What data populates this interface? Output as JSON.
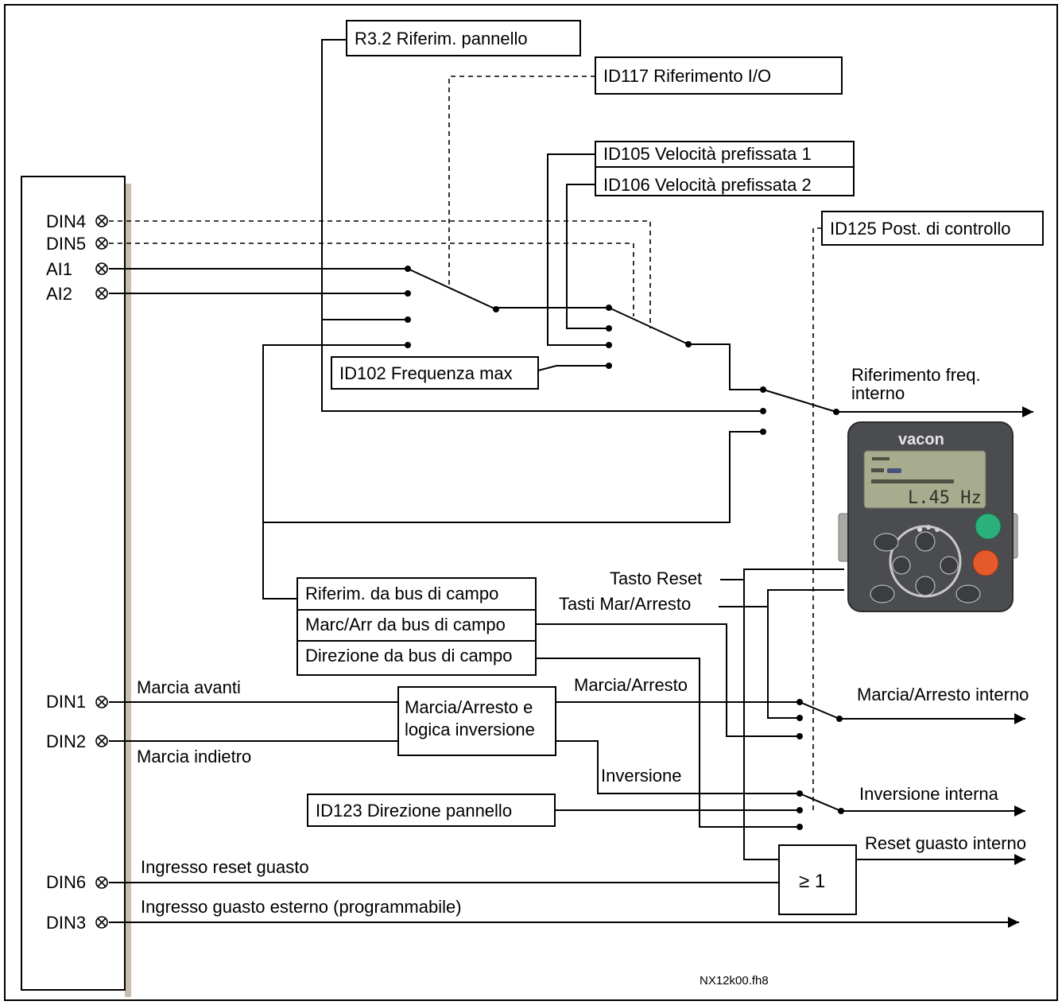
{
  "terminals": {
    "din4": "DIN4",
    "din5": "DIN5",
    "ai1": "AI1",
    "ai2": "AI2",
    "din1": "DIN1",
    "din2": "DIN2",
    "din6": "DIN6",
    "din3": "DIN3"
  },
  "boxes": {
    "r32": "R3.2 Riferim. pannello",
    "id117": "ID117 Riferimento I/O",
    "id105": "ID105 Velocità prefissata 1",
    "id106": "ID106 Velocità prefissata 2",
    "id125": "ID125 Post. di controllo",
    "id102": "ID102 Frequenza max",
    "fb_ref": "Riferim. da bus di campo",
    "fb_runstop": "Marc/Arr da bus di campo",
    "fb_dir": "Direzione da bus di campo",
    "logic_line1": "Marcia/Arresto e",
    "logic_line2": "logica inversione",
    "id123": "ID123 Direzione pannello",
    "or_gate": "≥ 1"
  },
  "labels": {
    "marcia_avanti": "Marcia avanti",
    "marcia_indietro": "Marcia indietro",
    "marcia_arresto": "Marcia/Arresto",
    "inversione": "Inversione",
    "tasto_reset": "Tasto Reset",
    "tasti_mar": "Tasti Mar/Arresto",
    "ingresso_reset": "Ingresso reset guasto",
    "ingresso_guasto": "Ingresso guasto esterno (programmabile)"
  },
  "outputs": {
    "rif_freq_1": "Riferimento freq.",
    "rif_freq_2": "interno",
    "marcia_arresto_interno": "Marcia/Arresto interno",
    "inversione_interna": "Inversione interna",
    "reset_guasto_interno": "Reset guasto interno"
  },
  "keypad": {
    "brand": "vacon",
    "reading": "L.45 Hz"
  },
  "footer": {
    "file_id": "NX12k00.fh8"
  }
}
